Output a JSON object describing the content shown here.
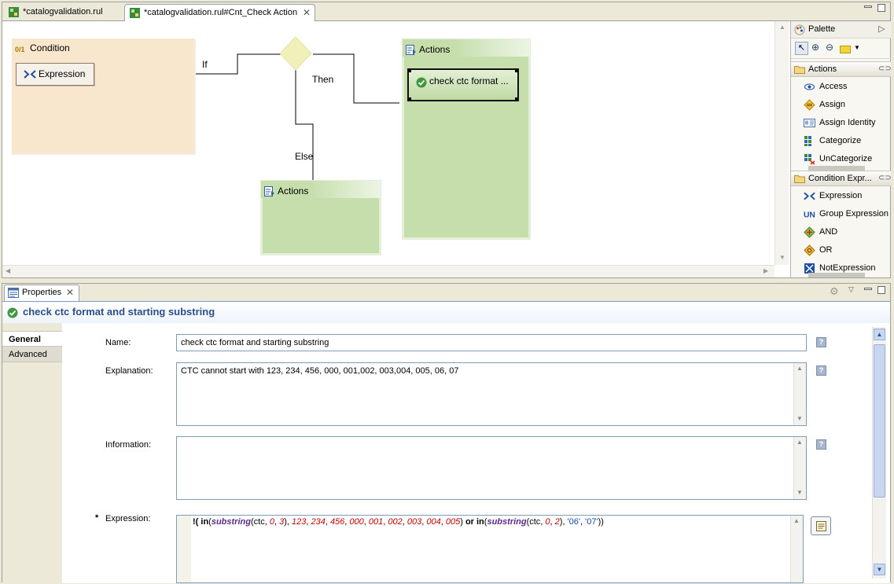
{
  "editor": {
    "tabs": [
      {
        "label": "*catalogvalidation.rul"
      },
      {
        "label": "*catalogvalidation.rul#Cnt_Check Action"
      }
    ]
  },
  "diagram": {
    "condition": {
      "title": "Condition",
      "expression_label": "Expression"
    },
    "labels": {
      "if": "If",
      "then": "Then",
      "else": "Else"
    },
    "actions_then": {
      "title": "Actions",
      "item_label": "check ctc format ..."
    },
    "actions_else": {
      "title": "Actions"
    }
  },
  "palette": {
    "title": "Palette",
    "drawers": [
      {
        "label": "Actions",
        "items": [
          "Access",
          "Assign",
          "Assign Identity",
          "Categorize",
          "UnCategorize"
        ]
      },
      {
        "label": "Condition Expr...",
        "items": [
          "Expression",
          "Group Expression",
          "AND",
          "OR",
          "NotExpression"
        ]
      }
    ]
  },
  "properties": {
    "tab_label": "Properties",
    "title": "check ctc format and starting substring",
    "side_tabs": [
      "General",
      "Advanced"
    ],
    "fields": {
      "name": {
        "label": "Name:",
        "value": "check ctc format and starting substring"
      },
      "explanation": {
        "label": "Explanation:",
        "value": "CTC cannot start with 123, 234, 456, 000, 001,002, 003,004, 005, 06, 07"
      },
      "information": {
        "label": "Information:",
        "value": ""
      },
      "expression": {
        "label": "Expression:",
        "required_mark": "*"
      }
    },
    "help_glyph": "?",
    "expression_tokens": [
      {
        "t": "!( ",
        "c": "kw"
      },
      {
        "t": "in",
        "c": "kw"
      },
      {
        "t": "(",
        "c": "p"
      },
      {
        "t": "substring",
        "c": "fn"
      },
      {
        "t": "(ctc, ",
        "c": "p"
      },
      {
        "t": "0",
        "c": "num"
      },
      {
        "t": ", ",
        "c": "p"
      },
      {
        "t": "3",
        "c": "num"
      },
      {
        "t": "), ",
        "c": "p"
      },
      {
        "t": "123",
        "c": "num"
      },
      {
        "t": ", ",
        "c": "p"
      },
      {
        "t": "234",
        "c": "num"
      },
      {
        "t": ", ",
        "c": "p"
      },
      {
        "t": "456",
        "c": "num"
      },
      {
        "t": ", ",
        "c": "p"
      },
      {
        "t": "000",
        "c": "num"
      },
      {
        "t": ", ",
        "c": "p"
      },
      {
        "t": "001",
        "c": "num"
      },
      {
        "t": ", ",
        "c": "p"
      },
      {
        "t": "002",
        "c": "num"
      },
      {
        "t": ", ",
        "c": "p"
      },
      {
        "t": "003",
        "c": "num"
      },
      {
        "t": ", ",
        "c": "p"
      },
      {
        "t": "004",
        "c": "num"
      },
      {
        "t": ", ",
        "c": "p"
      },
      {
        "t": "005",
        "c": "num"
      },
      {
        "t": ") ",
        "c": "p"
      },
      {
        "t": "or",
        "c": "kw"
      },
      {
        "t": " ",
        "c": "p"
      },
      {
        "t": "in",
        "c": "kw"
      },
      {
        "t": "(",
        "c": "p"
      },
      {
        "t": "substring",
        "c": "fn"
      },
      {
        "t": "(ctc, ",
        "c": "p"
      },
      {
        "t": "0",
        "c": "num"
      },
      {
        "t": ", ",
        "c": "p"
      },
      {
        "t": "2",
        "c": "num"
      },
      {
        "t": "), ",
        "c": "p"
      },
      {
        "t": "'06'",
        "c": "str"
      },
      {
        "t": ", ",
        "c": "p"
      },
      {
        "t": "'07'",
        "c": "str"
      },
      {
        "t": "))",
        "c": "p"
      }
    ]
  },
  "colors": {
    "condition_fill": "#f8e6cd",
    "actions_fill": "#c5deab",
    "decision_fill": "#f0f0b8",
    "title_blue": "#2a4f8a"
  }
}
